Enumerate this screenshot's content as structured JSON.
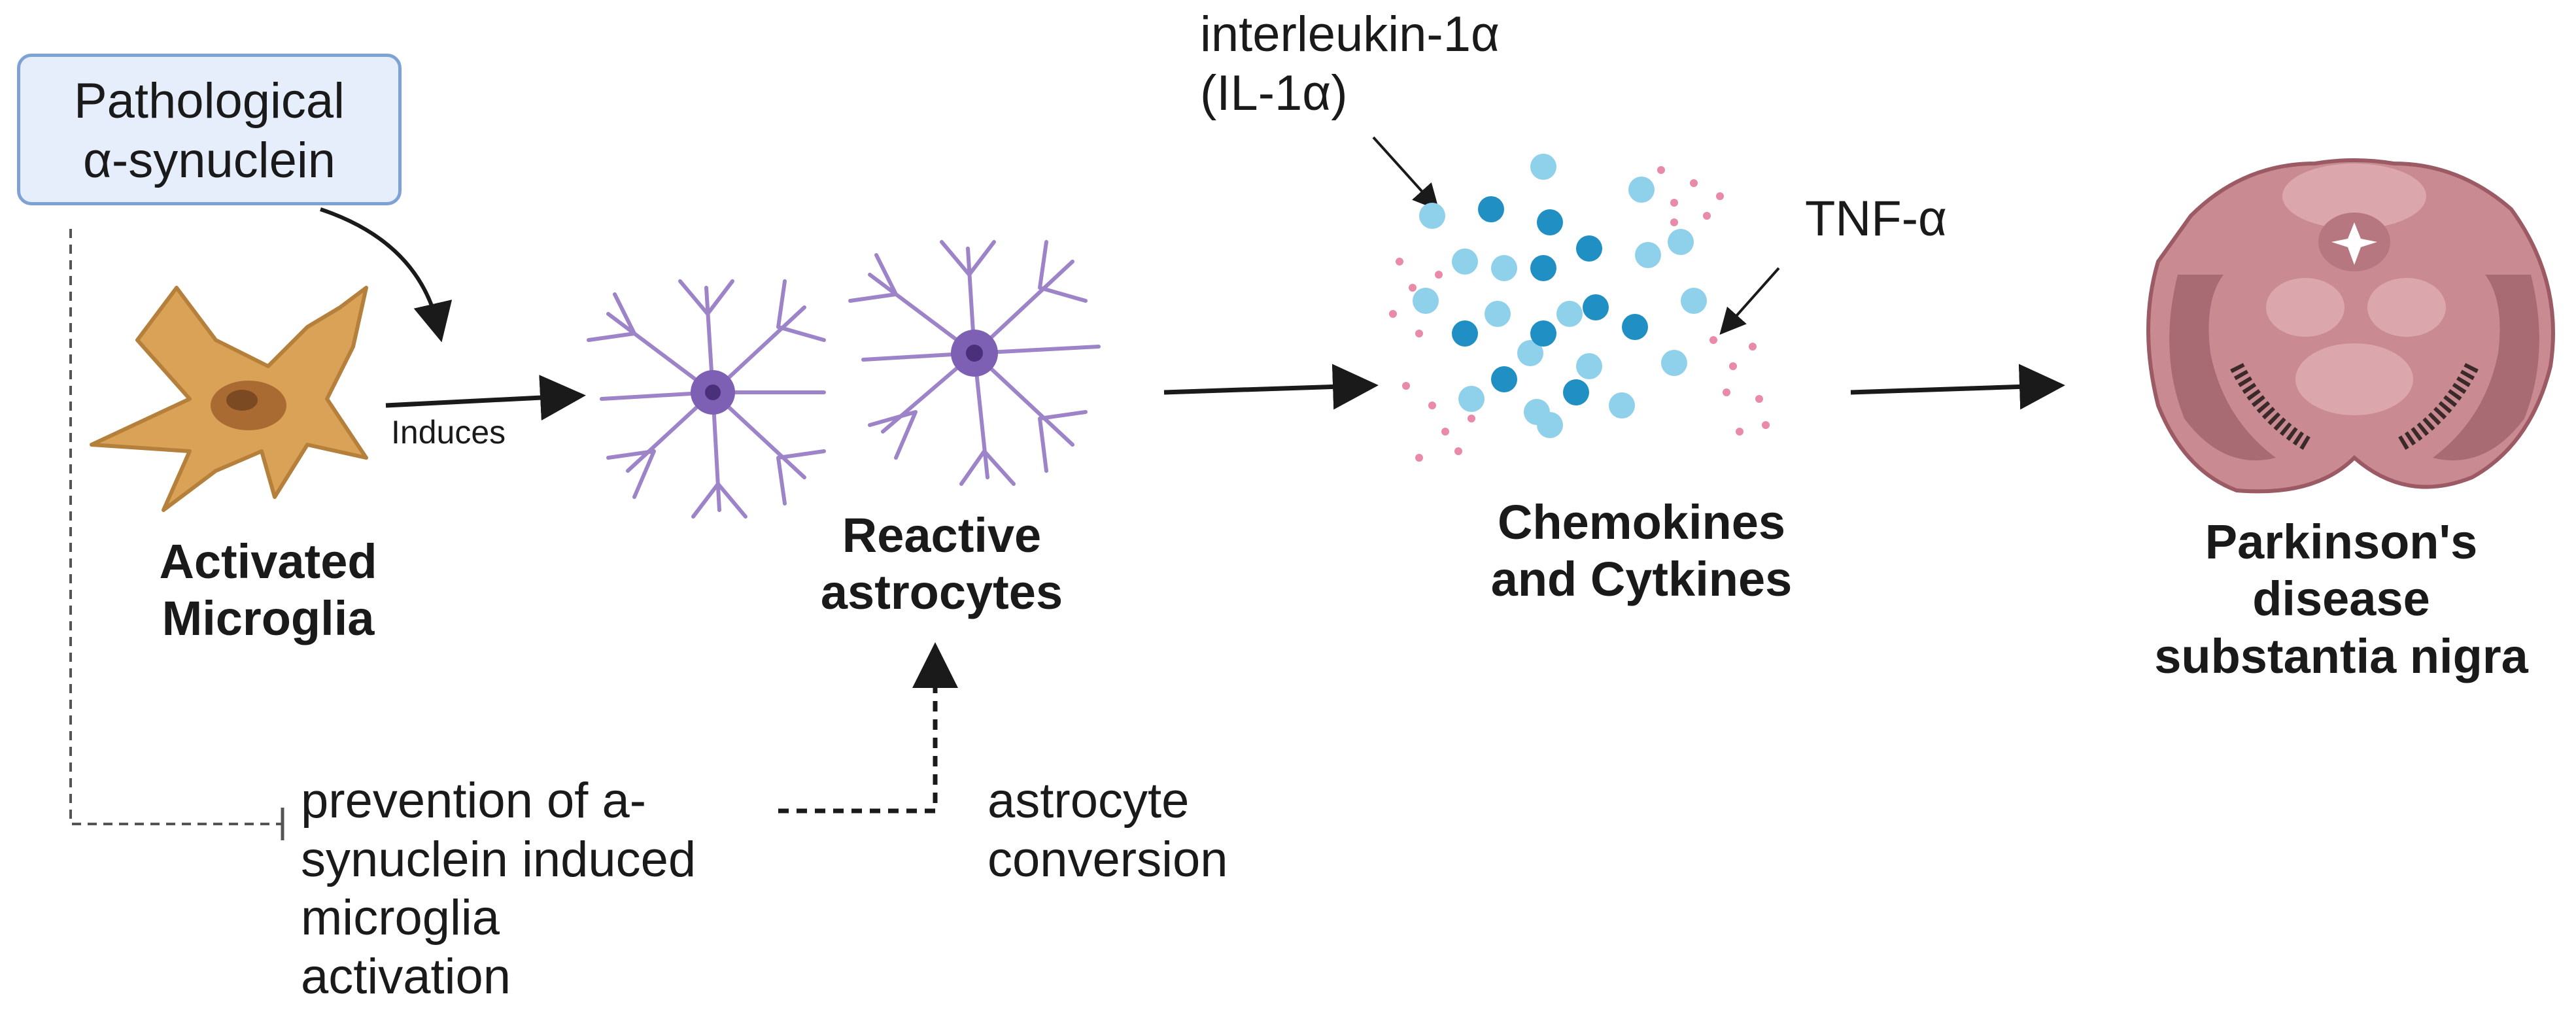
{
  "labels": {
    "pathological": "Pathological\nα-synuclein",
    "induces": "Induces",
    "microglia": "Activated\nMicroglia",
    "astrocytes": "Reactive\nastrocytes",
    "cytokines": "Chemokines\nand Cytkines",
    "parkinsons": "Parkinson's\ndisease\nsubstantia nigra",
    "il1a": "interleukin-1α\n(IL-1α)",
    "tnfa": "TNF-α",
    "prevention": "prevention of a-\nsynuclein induced\nmicroglia\nactivation",
    "conversion": "astrocyte\nconversion"
  },
  "colors": {
    "microglia": "#d9a256",
    "astrocyte": "#9d84c9",
    "cytokine_light": "#8fd0ea",
    "cytokine_dark": "#1f8fc4",
    "tnf_dots": "#e88aa8",
    "brain": "#c98a92",
    "box_fill": "#e6eefb",
    "box_border": "#7fa2d6"
  }
}
